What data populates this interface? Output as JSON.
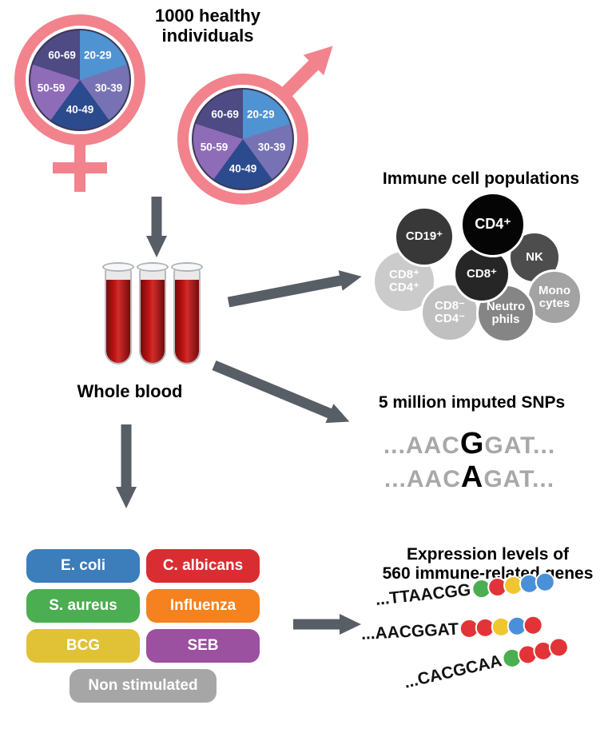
{
  "arrow_color": "#575e66",
  "header": {
    "title_line1": "1000 healthy",
    "title_line2": "individuals"
  },
  "demographics": {
    "symbol_color": "#f2838d",
    "age_groups": [
      {
        "label": "20-29",
        "color": "#4f93d2"
      },
      {
        "label": "30-39",
        "color": "#7672b4"
      },
      {
        "label": "40-49",
        "color": "#2c4a8e"
      },
      {
        "label": "50-59",
        "color": "#8e6cb8"
      },
      {
        "label": "60-69",
        "color": "#4e4a83"
      }
    ]
  },
  "whole_blood": {
    "label": "Whole blood",
    "color": "#c01414"
  },
  "immune": {
    "title": "Immune cell populations",
    "cells": [
      {
        "label": "CD8⁺\nCD4⁺",
        "color": "#cbcbcb"
      },
      {
        "label": "CD19⁺",
        "color": "#383838"
      },
      {
        "label": "NK",
        "color": "#4d4d4d"
      },
      {
        "label": "Mono\ncytes",
        "color": "#a3a3a3"
      },
      {
        "label": "CD8⁻\nCD4⁻",
        "color": "#c0c0c0"
      },
      {
        "label": "Neutro\nphils",
        "color": "#858585"
      },
      {
        "label": "CD8⁺",
        "color": "#262626"
      },
      {
        "label": "CD4⁺",
        "color": "#050505"
      }
    ]
  },
  "snps": {
    "title": "5 million imputed SNPs",
    "sequences": [
      {
        "pre": "...AAC",
        "variant": "G",
        "post": "GAT..."
      },
      {
        "pre": "...AAC",
        "variant": "A",
        "post": "GAT..."
      }
    ]
  },
  "stimulations": [
    {
      "label": "E. coli",
      "color": "#3c7dbb"
    },
    {
      "label": "C. albicans",
      "color": "#da2d32"
    },
    {
      "label": "S. aureus",
      "color": "#4bae50"
    },
    {
      "label": "Influenza",
      "color": "#f5821f"
    },
    {
      "label": "BCG",
      "color": "#e1c136"
    },
    {
      "label": "SEB",
      "color": "#9b50a0"
    },
    {
      "label": "Non stimulated",
      "color": "#a6a6a6"
    }
  ],
  "expression": {
    "title_line1": "Expression levels of",
    "title_line2": "560 immune-related genes",
    "rows": [
      {
        "seq": "...TTAACGG",
        "beads": [
          "#4bae50",
          "#e23438",
          "#f0c62f",
          "#4a90d9",
          "#4a90d9"
        ]
      },
      {
        "seq": "...AACGGAT",
        "beads": [
          "#e23438",
          "#e23438",
          "#f0c62f",
          "#4a90d9",
          "#e23438"
        ]
      },
      {
        "seq": "...CACGCAA",
        "beads": [
          "#4bae50",
          "#e23438",
          "#e23438",
          "#e23438"
        ]
      }
    ]
  }
}
